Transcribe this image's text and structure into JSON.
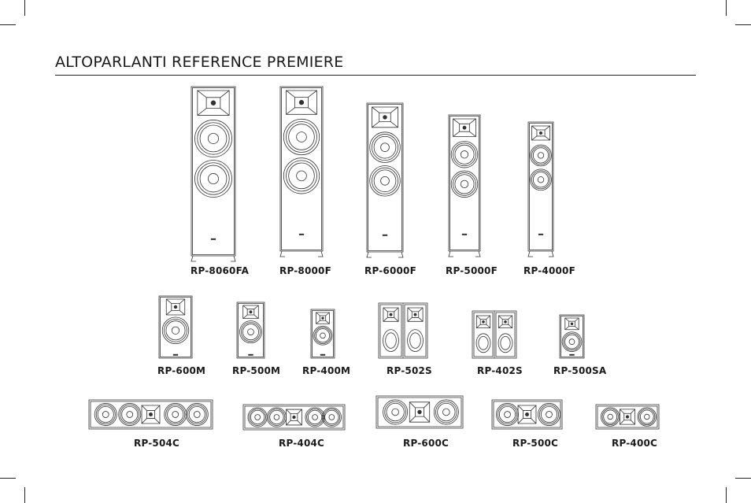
{
  "title": "ALTOPARLANTI REFERENCE PREMIERE",
  "floorstanding": [
    {
      "name": "RP-8060FA",
      "woofers": 2
    },
    {
      "name": "RP-8000F",
      "woofers": 2
    },
    {
      "name": "RP-6000F",
      "woofers": 2
    },
    {
      "name": "RP-5000F",
      "woofers": 2
    },
    {
      "name": "RP-4000F",
      "woofers": 2
    }
  ],
  "bookshelf_surround": [
    {
      "name": "RP-600M",
      "type": "bookshelf"
    },
    {
      "name": "RP-500M",
      "type": "bookshelf"
    },
    {
      "name": "RP-400M",
      "type": "bookshelf"
    },
    {
      "name": "RP-502S",
      "type": "surround-dual"
    },
    {
      "name": "RP-402S",
      "type": "surround-dual"
    },
    {
      "name": "RP-500SA",
      "type": "bookshelf"
    }
  ],
  "center": [
    {
      "name": "RP-504C",
      "woofers": 4
    },
    {
      "name": "RP-404C",
      "woofers": 4
    },
    {
      "name": "RP-600C",
      "woofers": 2
    },
    {
      "name": "RP-500C",
      "woofers": 2
    },
    {
      "name": "RP-400C",
      "woofers": 2
    }
  ]
}
